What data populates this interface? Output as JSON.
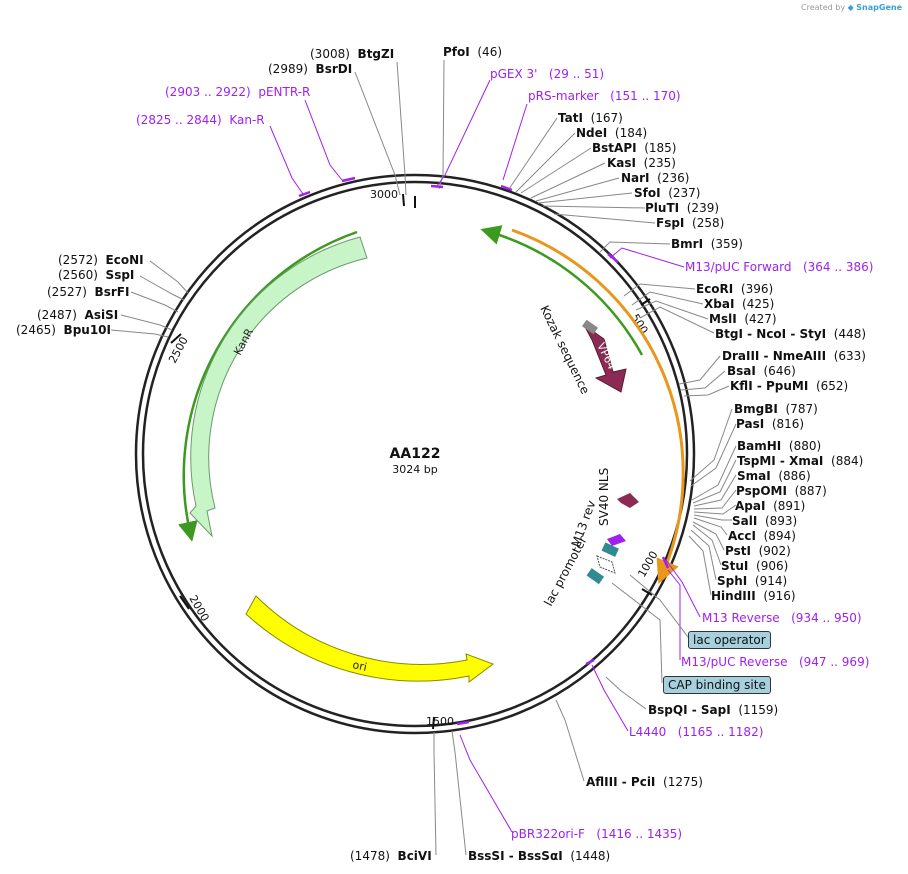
{
  "branding": {
    "prefix": "Created by",
    "name": "SnapGene"
  },
  "plasmid": {
    "name": "AA122",
    "length_label": "3024 bp"
  },
  "ticks": [
    {
      "label": "500"
    },
    {
      "label": "1000"
    },
    {
      "label": "1500"
    },
    {
      "label": "2000"
    },
    {
      "label": "2500"
    },
    {
      "label": "3000"
    }
  ],
  "features": [
    {
      "label": "KanR",
      "color": "#c8f5c8"
    },
    {
      "label": "ori",
      "color": "#ffff00"
    },
    {
      "label": "VP64",
      "color": "#8b2a52"
    },
    {
      "label": "Kozak sequence"
    },
    {
      "label": "SV40 NLS",
      "color": "#8b2a52"
    },
    {
      "label": "M13 rev",
      "color": "#a020f0"
    },
    {
      "label": "lac promoter"
    }
  ],
  "boxed_features": [
    {
      "label": "lac operator",
      "color": "#a6d0de"
    },
    {
      "label": "CAP binding site",
      "color": "#a6d0de"
    }
  ],
  "sites": [
    {
      "label": "BtgZI",
      "pos": "(3008)"
    },
    {
      "label": "BsrDI",
      "pos": "(2989)"
    },
    {
      "label": "PfoI",
      "pos": "(46)"
    },
    {
      "label": "TatI",
      "pos": "(167)"
    },
    {
      "label": "NdeI",
      "pos": "(184)"
    },
    {
      "label": "BstAPI",
      "pos": "(185)"
    },
    {
      "label": "KasI",
      "pos": "(235)"
    },
    {
      "label": "NarI",
      "pos": "(236)"
    },
    {
      "label": "SfoI",
      "pos": "(237)"
    },
    {
      "label": "PluTI",
      "pos": "(239)"
    },
    {
      "label": "FspI",
      "pos": "(258)"
    },
    {
      "label": "BmrI",
      "pos": "(359)"
    },
    {
      "label": "EcoRI",
      "pos": "(396)"
    },
    {
      "label": "XbaI",
      "pos": "(425)"
    },
    {
      "label": "MslI",
      "pos": "(427)"
    },
    {
      "label": "BtgI - NcoI - StyI",
      "pos": "(448)"
    },
    {
      "label": "DraIII - NmeAIII",
      "pos": "(633)"
    },
    {
      "label": "BsaI",
      "pos": "(646)"
    },
    {
      "label": "KflI - PpuMI",
      "pos": "(652)"
    },
    {
      "label": "BmgBI",
      "pos": "(787)"
    },
    {
      "label": "PasI",
      "pos": "(816)"
    },
    {
      "label": "BamHI",
      "pos": "(880)"
    },
    {
      "label": "TspMI - XmaI",
      "pos": "(884)"
    },
    {
      "label": "SmaI",
      "pos": "(886)"
    },
    {
      "label": "PspOMI",
      "pos": "(887)"
    },
    {
      "label": "ApaI",
      "pos": "(891)"
    },
    {
      "label": "SalI",
      "pos": "(893)"
    },
    {
      "label": "AccI",
      "pos": "(894)"
    },
    {
      "label": "PstI",
      "pos": "(902)"
    },
    {
      "label": "StuI",
      "pos": "(906)"
    },
    {
      "label": "SphI",
      "pos": "(914)"
    },
    {
      "label": "HindIII",
      "pos": "(916)"
    },
    {
      "label": "BspQI - SapI",
      "pos": "(1159)"
    },
    {
      "label": "AflIII - PciI",
      "pos": "(1275)"
    },
    {
      "label": "BssSI - BssSαI",
      "pos": "(1448)"
    },
    {
      "label": "BciVI",
      "pos": "(1478)"
    },
    {
      "label": "EcoNI",
      "pos": "(2572)"
    },
    {
      "label": "SspI",
      "pos": "(2560)"
    },
    {
      "label": "BsrFI",
      "pos": "(2527)"
    },
    {
      "label": "AsiSI",
      "pos": "(2487)"
    },
    {
      "label": "Bpu10I",
      "pos": "(2465)"
    }
  ],
  "primers": [
    {
      "label": "pGEX 3'",
      "pos": "(29 .. 51)"
    },
    {
      "label": "pRS-marker",
      "pos": "(151 .. 170)"
    },
    {
      "label": "M13/pUC Forward",
      "pos": "(364 .. 386)"
    },
    {
      "label": "M13 Reverse",
      "pos": "(934 .. 950)"
    },
    {
      "label": "M13/pUC Reverse",
      "pos": "(947 .. 969)"
    },
    {
      "label": "L4440",
      "pos": "(1165 .. 1182)"
    },
    {
      "label": "pBR322ori-F",
      "pos": "(1416 .. 1435)"
    },
    {
      "label": "pENTR-R",
      "pos": "(2903 .. 2922)"
    },
    {
      "label": "Kan-R",
      "pos": "(2825 .. 2844)"
    }
  ],
  "colors": {
    "primer": "#a020f0",
    "backbone": "#222222",
    "orf_green": "#3c9a1e",
    "orf_orange": "#e8961c",
    "lac_teal": "#2f8a93"
  }
}
